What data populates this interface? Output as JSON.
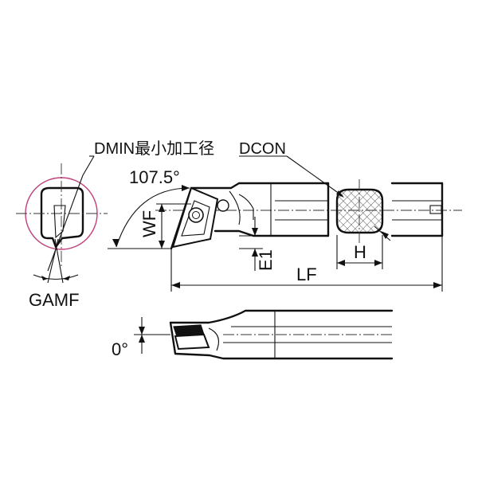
{
  "labels": {
    "dmin": "DMIN最小加工径",
    "dcon": "DCON",
    "angle": "107.5°",
    "wf": "WF",
    "e1": "E1",
    "h": "H",
    "lf": "LF",
    "gamf": "GAMF",
    "zero_angle": "0°"
  },
  "colors": {
    "line": "#111111",
    "min_bore_circle": "#c0407a",
    "background": "#ffffff"
  }
}
